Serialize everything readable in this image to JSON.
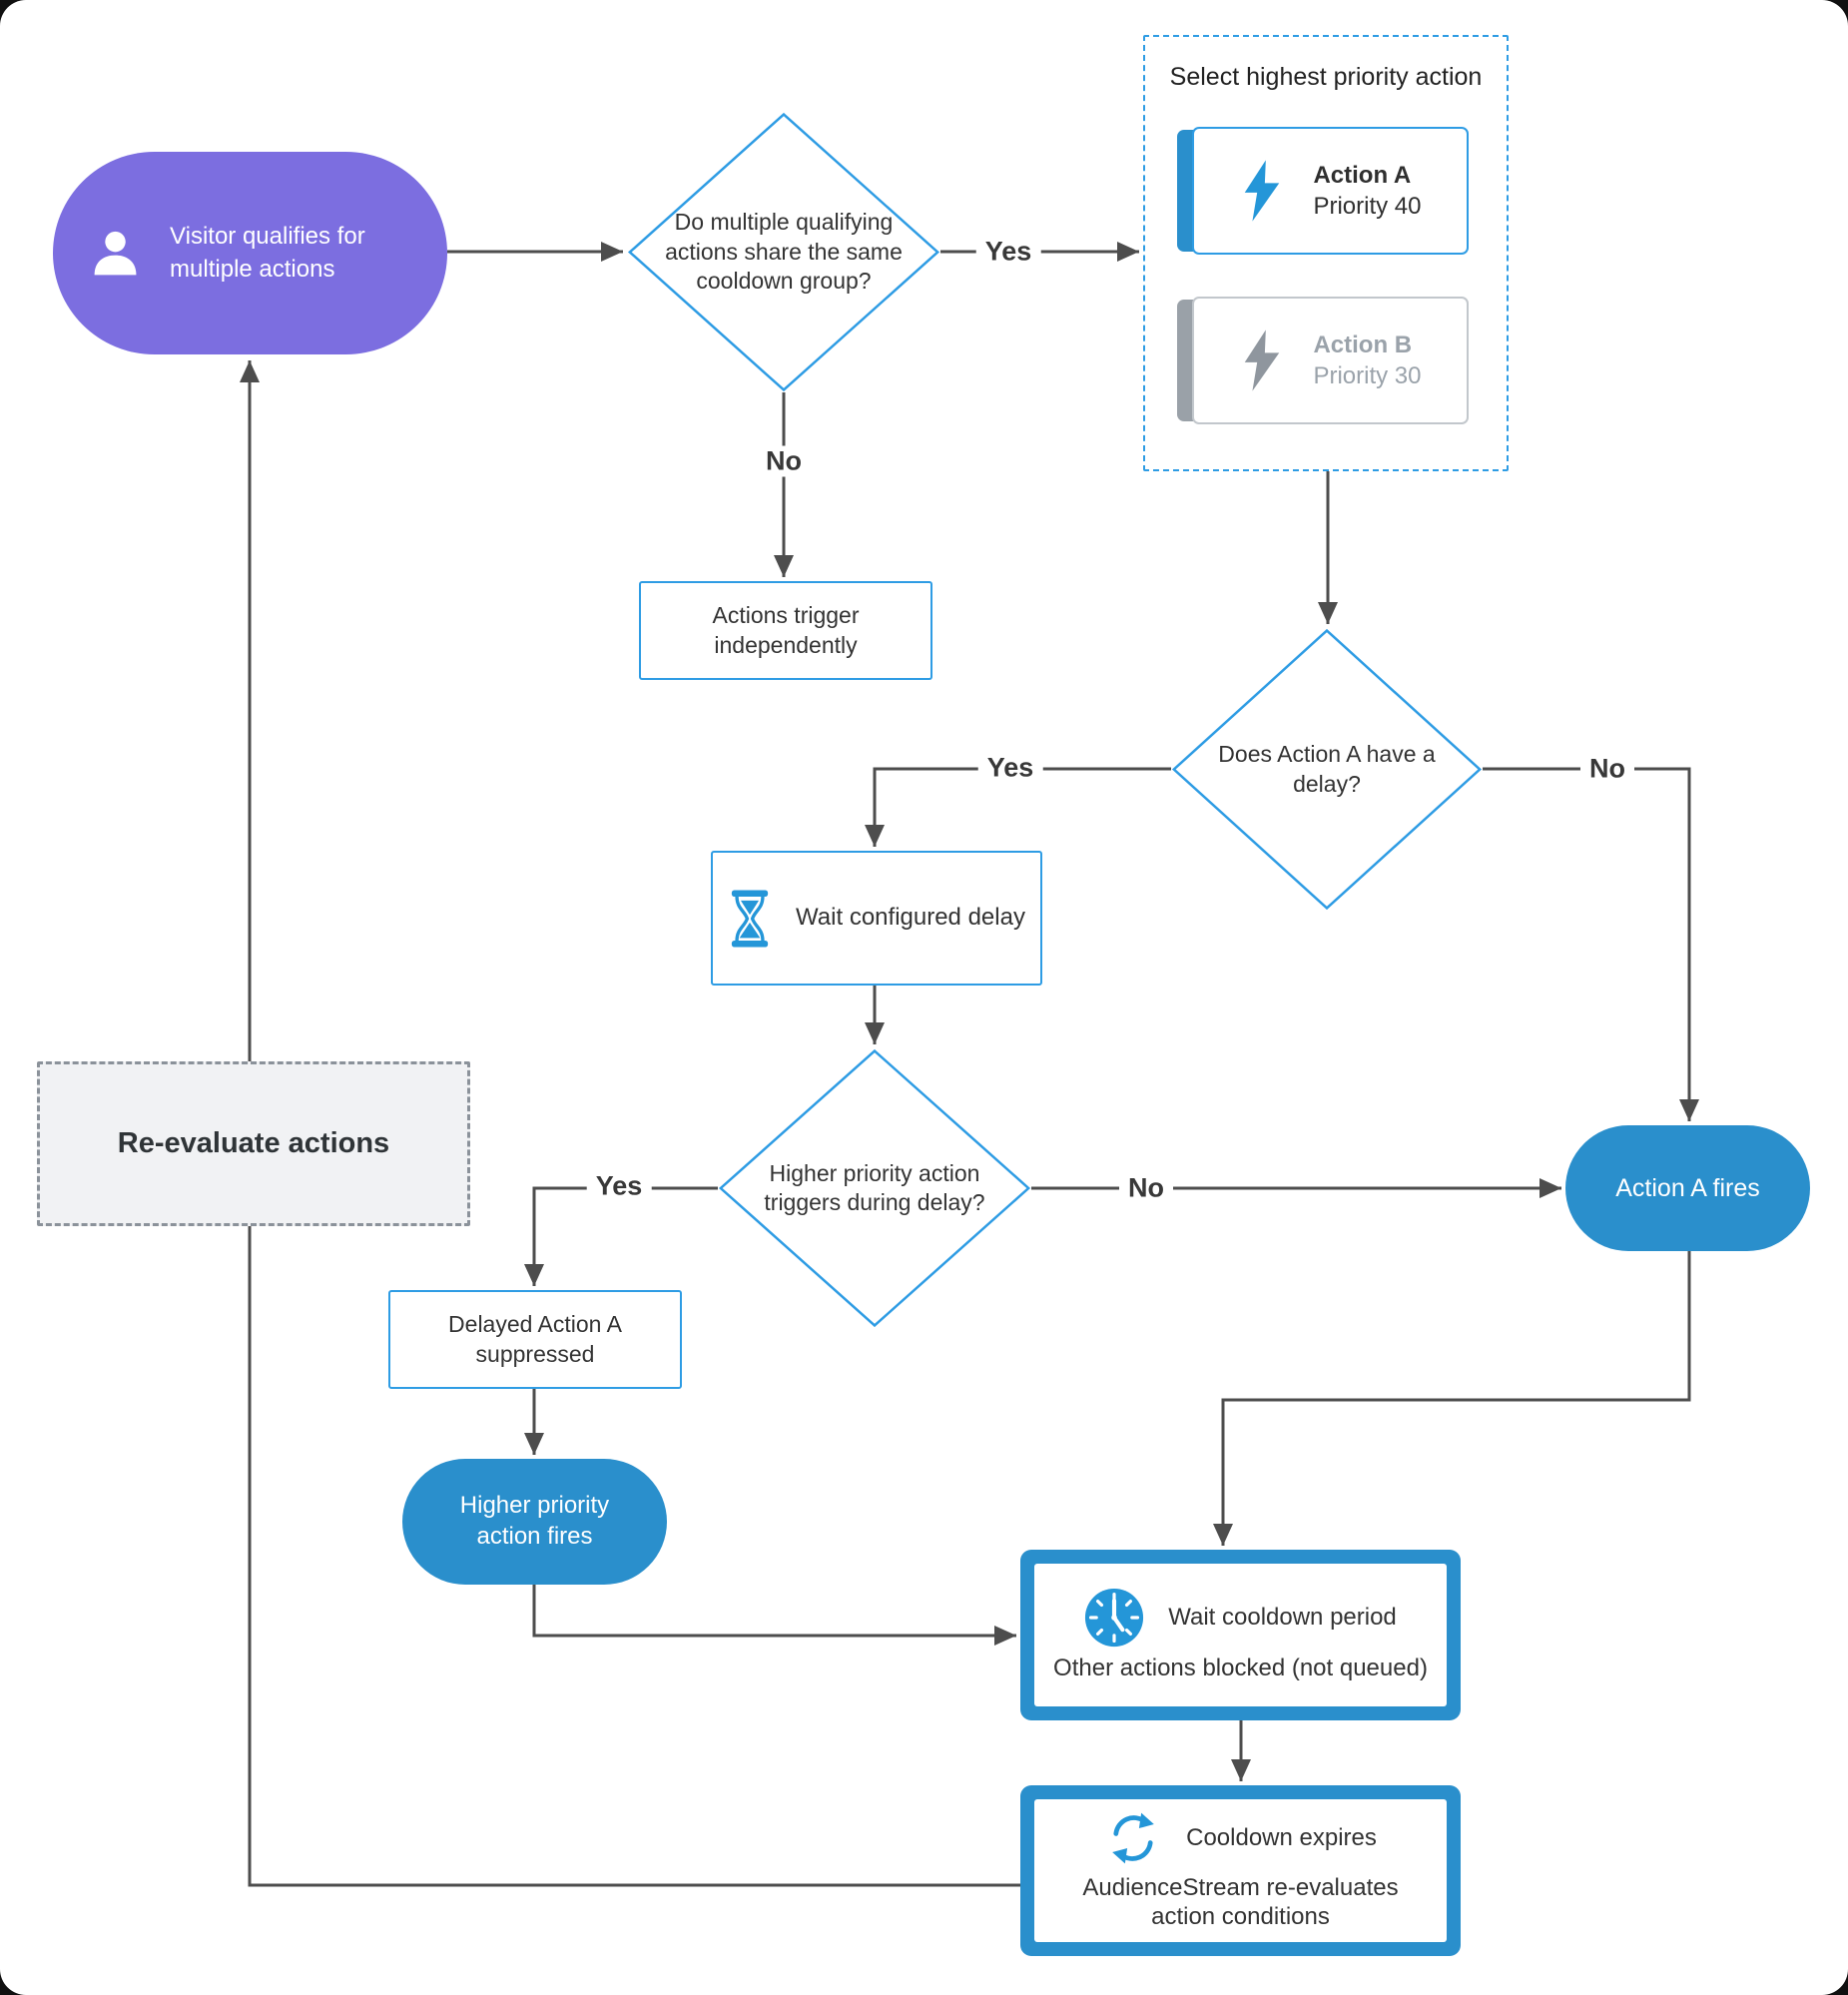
{
  "labels": {
    "yes": "Yes",
    "no": "No"
  },
  "nodes": {
    "start": {
      "label": "Visitor qualifies for multiple actions"
    },
    "cooldown_group_decision": {
      "label": "Do multiple qualifying actions share the same cooldown group?"
    },
    "select_priority": {
      "title": "Select highest priority action",
      "action_a": {
        "name": "Action A",
        "priority": "Priority 40"
      },
      "action_b": {
        "name": "Action B",
        "priority": "Priority 30"
      }
    },
    "independent": {
      "label": "Actions trigger independently"
    },
    "delay_decision": {
      "label": "Does Action A have a delay?"
    },
    "wait_delay": {
      "label": "Wait configured delay"
    },
    "higher_priority_decision": {
      "label": "Higher priority action triggers during delay?"
    },
    "action_a_fires": {
      "label": "Action A fires"
    },
    "suppressed": {
      "label": "Delayed Action A suppressed"
    },
    "higher_fires": {
      "label": "Higher priority action fires"
    },
    "reevaluate": {
      "label": "Re-evaluate actions"
    },
    "wait_cooldown": {
      "line1": "Wait cooldown period",
      "line2": "Other actions blocked (not queued)"
    },
    "cooldown_expires": {
      "line1": "Cooldown expires",
      "line2": "AudienceStream re-evaluates action conditions"
    }
  },
  "colors": {
    "accent_blue": "#2a8fcc",
    "outline_blue": "#2e9ce4",
    "icon_blue": "#2496d8",
    "purple": "#7c6ee0",
    "connector_gray": "#4d4d4d",
    "inactive_gray": "#9aa1a8"
  }
}
